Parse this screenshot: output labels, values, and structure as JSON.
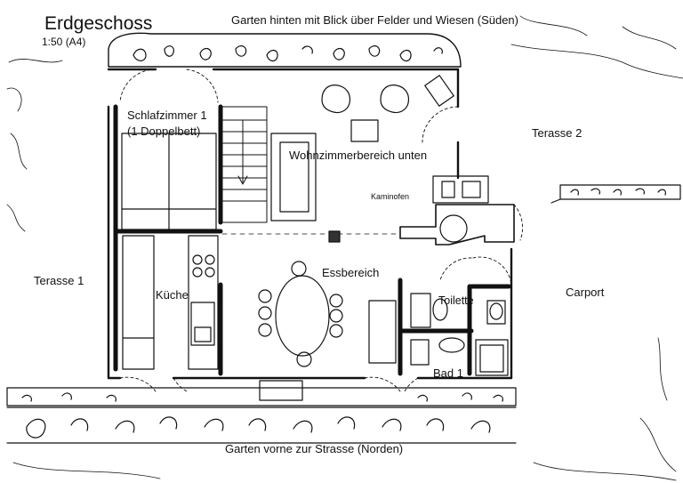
{
  "title": "Erdgeschoss",
  "scale": "1:50 (A4)",
  "labels": {
    "garden_back": "Garten hinten mit Blick über Felder und Wiesen (Süden)",
    "garden_front": "Garten vorne zur Strasse (Norden)",
    "bedroom_line1": "Schlafzimmer 1",
    "bedroom_line2": "(1 Doppelbett)",
    "living": "Wohnzimmerbereich unten",
    "fireplace": "Kaminofen",
    "terrace2": "Terasse 2",
    "terrace1": "Terasse 1",
    "dining": "Essbereich",
    "kitchen": "Küche",
    "toilet": "Toilette",
    "carport": "Carport",
    "bath": "Bad 1"
  }
}
